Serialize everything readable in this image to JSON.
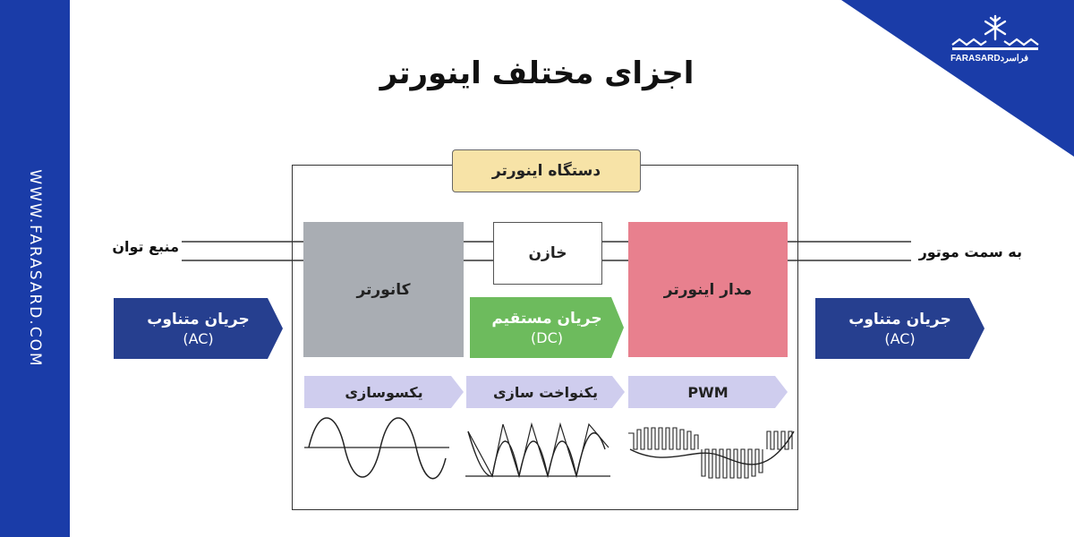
{
  "brand": {
    "website": "WWW.FARASARD.COM",
    "logo_text": "FARASARDفراسرد",
    "strip_color": "#1a3ca8"
  },
  "title": "اجزای مختلف اینورتر",
  "device_label": "دستگاه اینورتر",
  "labels": {
    "power_source": "منبع توان",
    "to_motor": "به سمت موتور"
  },
  "blocks": {
    "converter": "کانورتر",
    "capacitor": "خازن",
    "inverter_circuit": "مدار اینورتر"
  },
  "currents": {
    "ac_in": {
      "name": "جریان متناوب",
      "code": "(AC)"
    },
    "dc": {
      "name": "جریان مستقیم",
      "code": "(DC)"
    },
    "ac_out": {
      "name": "جریان متناوب",
      "code": "(AC)"
    }
  },
  "stages": {
    "rectification": "یکسوسازی",
    "smoothing": "یکنواخت سازی",
    "pwm": "PWM"
  },
  "colors": {
    "ac_arrow": "#263f8f",
    "dc_arrow": "#6dbb5d",
    "converter": "#a9adb3",
    "inverter_circuit": "#e8808e",
    "device_label": "#f7e3a7",
    "stage_arrow": "#cfcdee"
  }
}
